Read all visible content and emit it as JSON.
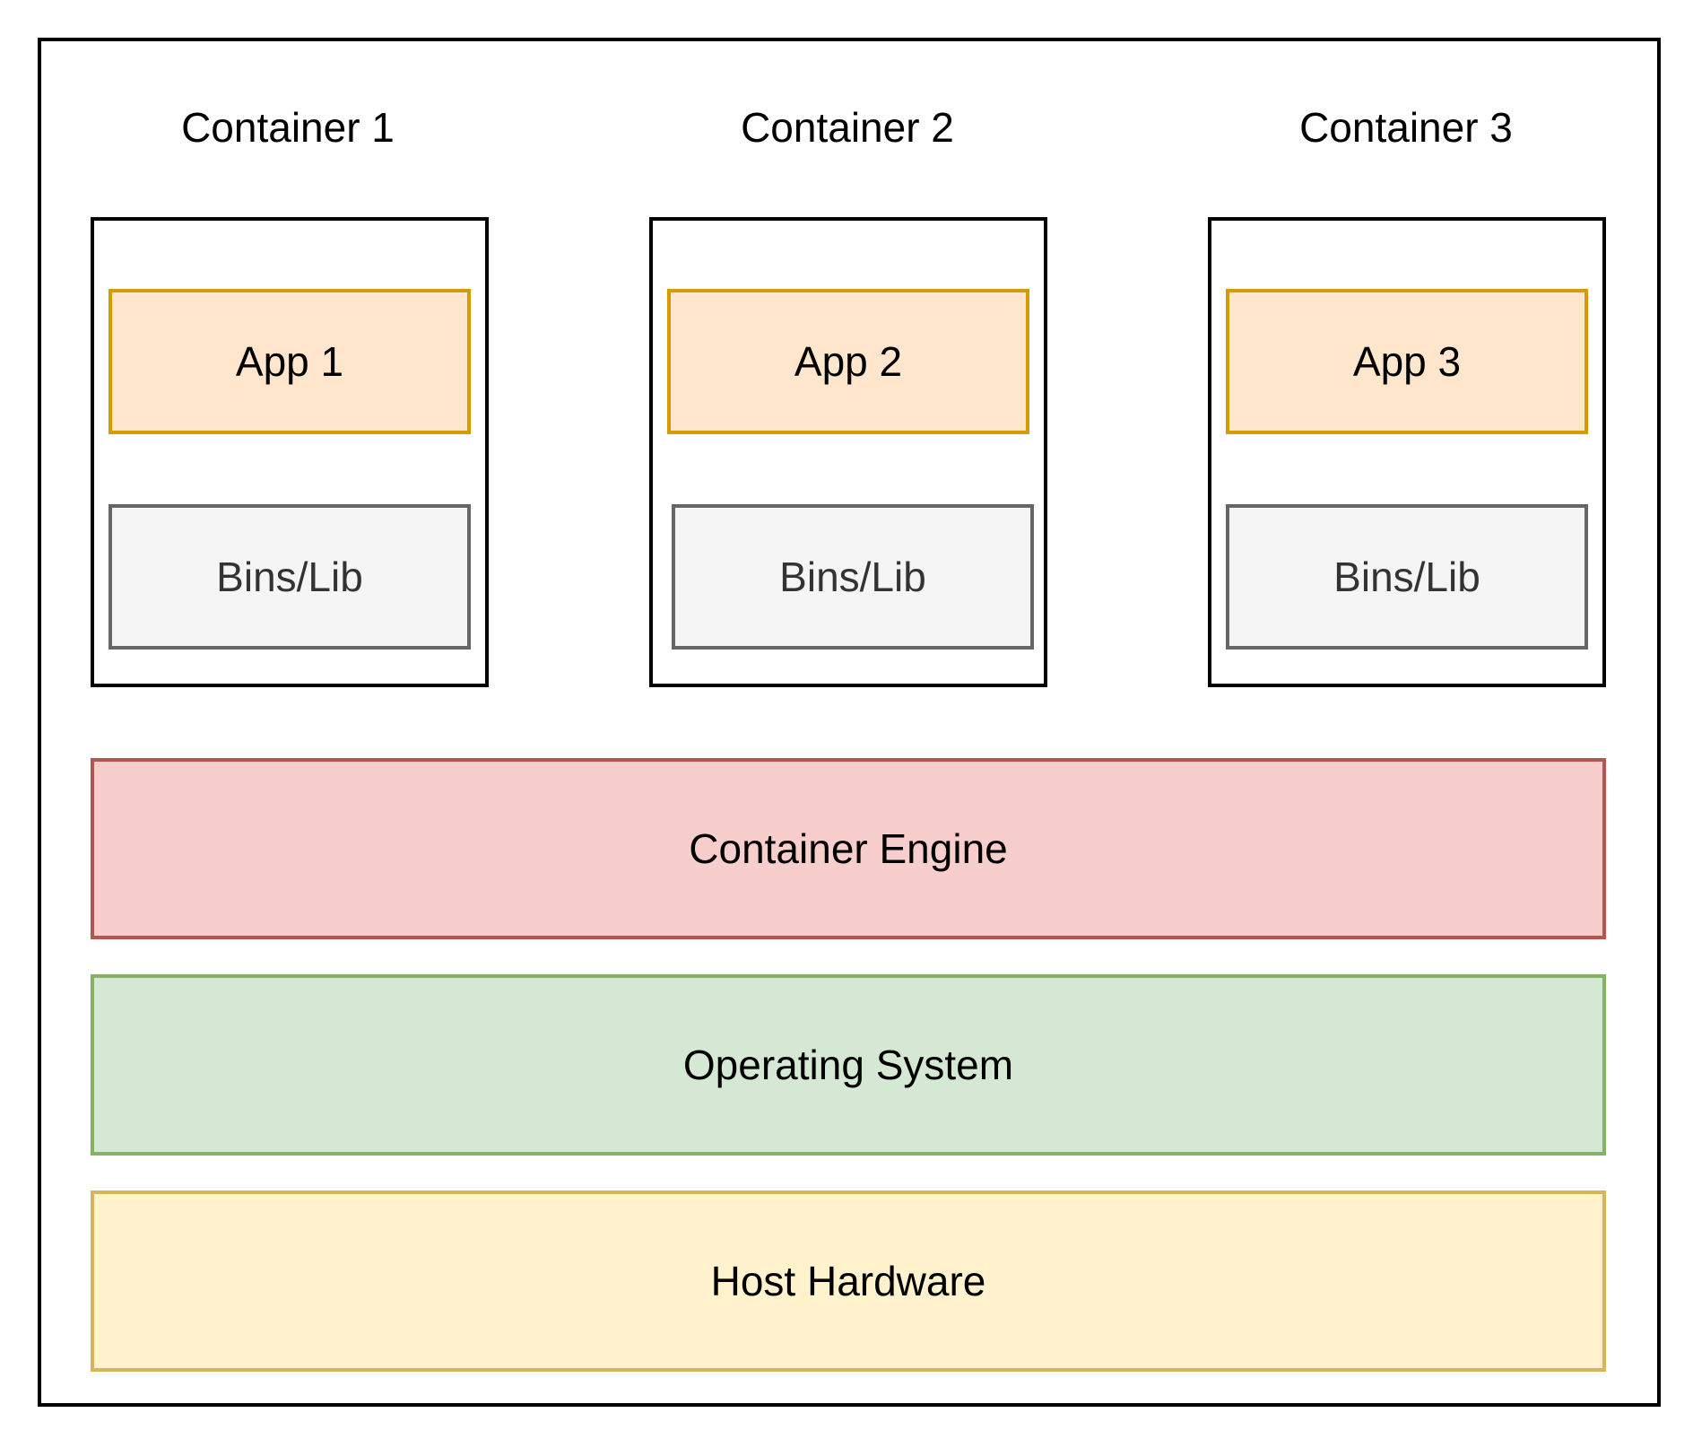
{
  "containers": [
    {
      "title": "Container 1",
      "app": "App 1",
      "bins": "Bins/Lib"
    },
    {
      "title": "Container 2",
      "app": "App 2",
      "bins": "Bins/Lib"
    },
    {
      "title": "Container 3",
      "app": "App 3",
      "bins": "Bins/Lib"
    }
  ],
  "layers": {
    "engine": "Container Engine",
    "os": "Operating System",
    "hardware": "Host Hardware"
  },
  "colors": {
    "app_fill": "#ffe6cc",
    "app_stroke": "#d79b00",
    "bins_fill": "#f5f5f5",
    "bins_stroke": "#666666",
    "engine_fill": "#f8cecc",
    "engine_stroke": "#b85450",
    "os_fill": "#d5e8d4",
    "os_stroke": "#82b366",
    "hardware_fill": "#fff2cc",
    "hardware_stroke": "#d6b656"
  }
}
